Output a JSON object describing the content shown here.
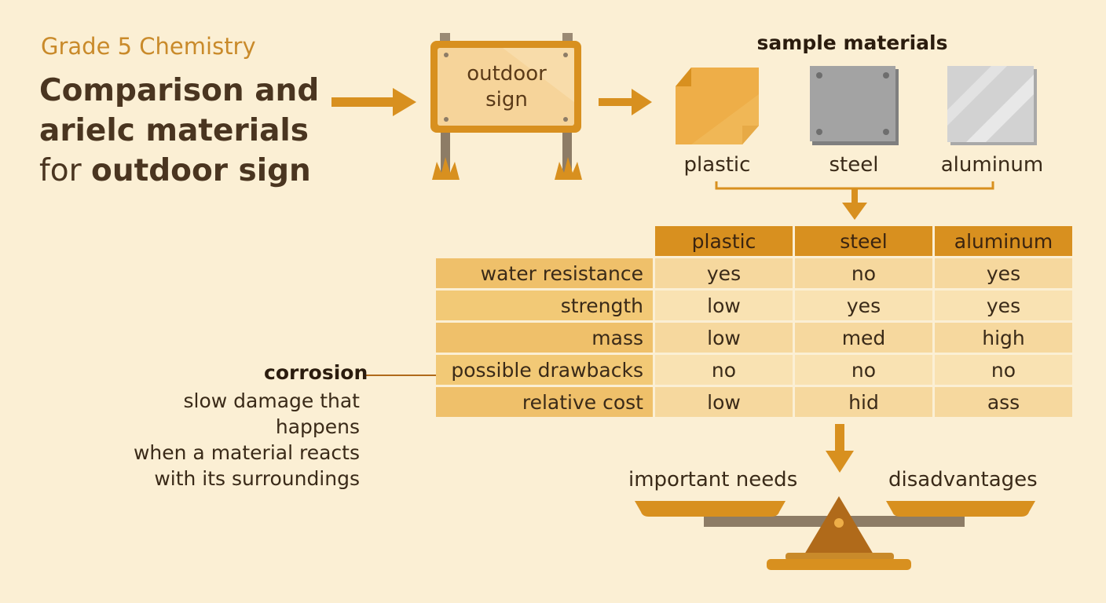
{
  "header": {
    "subtitle": "Grade 5 Chemistry",
    "title_line1": "Comparison and",
    "title_line2": "arielc  materials",
    "title_line3_prefix": "for ",
    "title_line3_bold": "outdoor sign"
  },
  "sign": {
    "line1": "outdoor",
    "line2": "sign"
  },
  "sample_materials": {
    "heading": "sample materials",
    "items": [
      "plastic",
      "steel",
      "aluminum"
    ]
  },
  "table": {
    "columns": [
      "plastic",
      "steel",
      "aluminum"
    ],
    "rows": [
      {
        "label": "water resistance",
        "values": [
          "yes",
          "no",
          "yes"
        ]
      },
      {
        "label": "strength",
        "values": [
          "low",
          "yes",
          "yes"
        ]
      },
      {
        "label": "mass",
        "values": [
          "low",
          "med",
          "high"
        ]
      },
      {
        "label": "possible drawbacks",
        "values": [
          "no",
          "no",
          "no"
        ]
      },
      {
        "label": "relative cost",
        "values": [
          "low",
          "hid",
          "ass"
        ]
      }
    ]
  },
  "corrosion": {
    "term": "corrosion",
    "definition_line1": "slow damage that happens",
    "definition_line2": "when a material reacts",
    "definition_line3": "with its surroundings"
  },
  "balance": {
    "left_label": "important needs",
    "right_label": "disadvantages"
  },
  "colors": {
    "background": "#fbefd4",
    "accent": "#d8901f",
    "title_text": "#4a3520",
    "subtitle_text": "#c98a2a",
    "steel": "#9a9a9a",
    "aluminum": "#d2d2d2",
    "plastic": "#eeae48"
  }
}
